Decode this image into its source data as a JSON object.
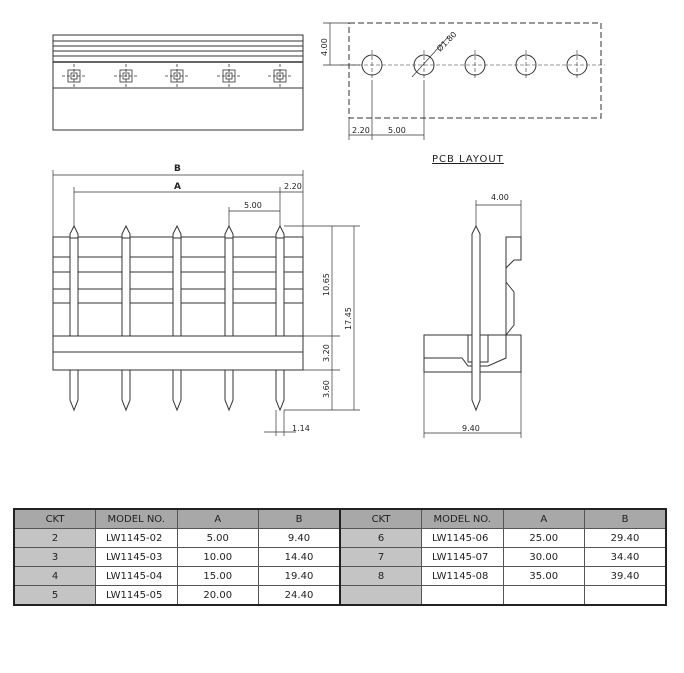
{
  "drawing": {
    "pcb_layout": {
      "title": "PCB LAYOUT",
      "row_height": "4.00",
      "hole_diameter": "Ø1.80",
      "edge_offset": "2.20",
      "pitch": "5.00"
    },
    "front_view": {
      "dim_b": "B",
      "dim_a": "A",
      "pitch": "5.00",
      "edge_offset": "2.20",
      "housing_height": "10.65",
      "overall_height": "17.45",
      "mid_height": "3.20",
      "tail_length": "3.60",
      "pin_width": "1.14"
    },
    "side_view": {
      "top_width": "4.00",
      "base_width": "9.40"
    }
  },
  "table": {
    "headers": [
      "CKT",
      "MODEL NO.",
      "A",
      "B",
      "CKT",
      "MODEL NO.",
      "A",
      "B"
    ],
    "rows": [
      [
        "2",
        "LW1145-02",
        "5.00",
        "9.40",
        "6",
        "LW1145-06",
        "25.00",
        "29.40"
      ],
      [
        "3",
        "LW1145-03",
        "10.00",
        "14.40",
        "7",
        "LW1145-07",
        "30.00",
        "34.40"
      ],
      [
        "4",
        "LW1145-04",
        "15.00",
        "19.40",
        "8",
        "LW1145-08",
        "35.00",
        "39.40"
      ],
      [
        "5",
        "LW1145-05",
        "20.00",
        "24.40",
        "",
        "",
        "",
        ""
      ]
    ]
  }
}
